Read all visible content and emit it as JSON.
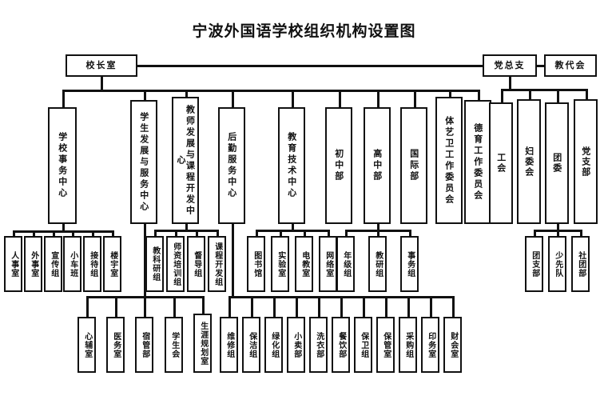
{
  "chart_data": {
    "type": "diagram",
    "title": "宁波外国语学校组织机构设置图",
    "orientation": "top-down organizational hierarchy",
    "levels": 4
  },
  "title": "宁波外国语学校组织机构设置图",
  "root": {
    "principal_office": "校长室",
    "party_committee": "党总支",
    "teachers_congress": "教代会"
  },
  "centers": [
    {
      "label": "学校事务中心"
    },
    {
      "label": "学生发展与服务中心"
    },
    {
      "label": "教师发展与课程开发中心"
    },
    {
      "label": "后勤服务中心"
    },
    {
      "label": "教育技术中心"
    },
    {
      "label": "初中部"
    },
    {
      "label": "高中部"
    },
    {
      "label": "国际部"
    },
    {
      "label": "体艺卫工作委员会"
    },
    {
      "label": "德育工作委员会"
    }
  ],
  "party_children": [
    {
      "label": "工会"
    },
    {
      "label": "妇委会"
    },
    {
      "label": "团委"
    },
    {
      "label": "党支部"
    }
  ],
  "school_affairs_children": [
    {
      "label": "人事室"
    },
    {
      "label": "外事室"
    },
    {
      "label": "宣传组"
    },
    {
      "label": "小车班"
    },
    {
      "label": "接待组"
    },
    {
      "label": "楼宇室"
    }
  ],
  "teacher_dev_children": [
    {
      "label": "教科研组"
    },
    {
      "label": "师资培训组"
    },
    {
      "label": "督导组"
    },
    {
      "label": "课程开发组"
    }
  ],
  "edu_tech_children": [
    {
      "label": "图书馆"
    },
    {
      "label": "实验室"
    },
    {
      "label": "电教室"
    },
    {
      "label": "网络室"
    }
  ],
  "department_children": [
    {
      "label": "年级组"
    },
    {
      "label": "教研组"
    },
    {
      "label": "事务组"
    }
  ],
  "youth_league_children": [
    {
      "label": "团支部"
    },
    {
      "label": "少先队"
    },
    {
      "label": "社团部"
    }
  ],
  "student_dev_children": [
    {
      "label": "心辅室"
    },
    {
      "label": "医务室"
    },
    {
      "label": "宿管部"
    },
    {
      "label": "学生会"
    },
    {
      "label": "生涯规划室"
    }
  ],
  "logistics_children": [
    {
      "label": "维修组"
    },
    {
      "label": "保洁组"
    },
    {
      "label": "绿化组"
    },
    {
      "label": "小卖部"
    },
    {
      "label": "洗衣部"
    },
    {
      "label": "餐饮部"
    },
    {
      "label": "保卫组"
    },
    {
      "label": "保管室"
    },
    {
      "label": "采购组"
    },
    {
      "label": "印务室"
    },
    {
      "label": "财会室"
    }
  ],
  "colors": {
    "background": "#ffffff",
    "line": "#111111",
    "text": "#111111"
  }
}
